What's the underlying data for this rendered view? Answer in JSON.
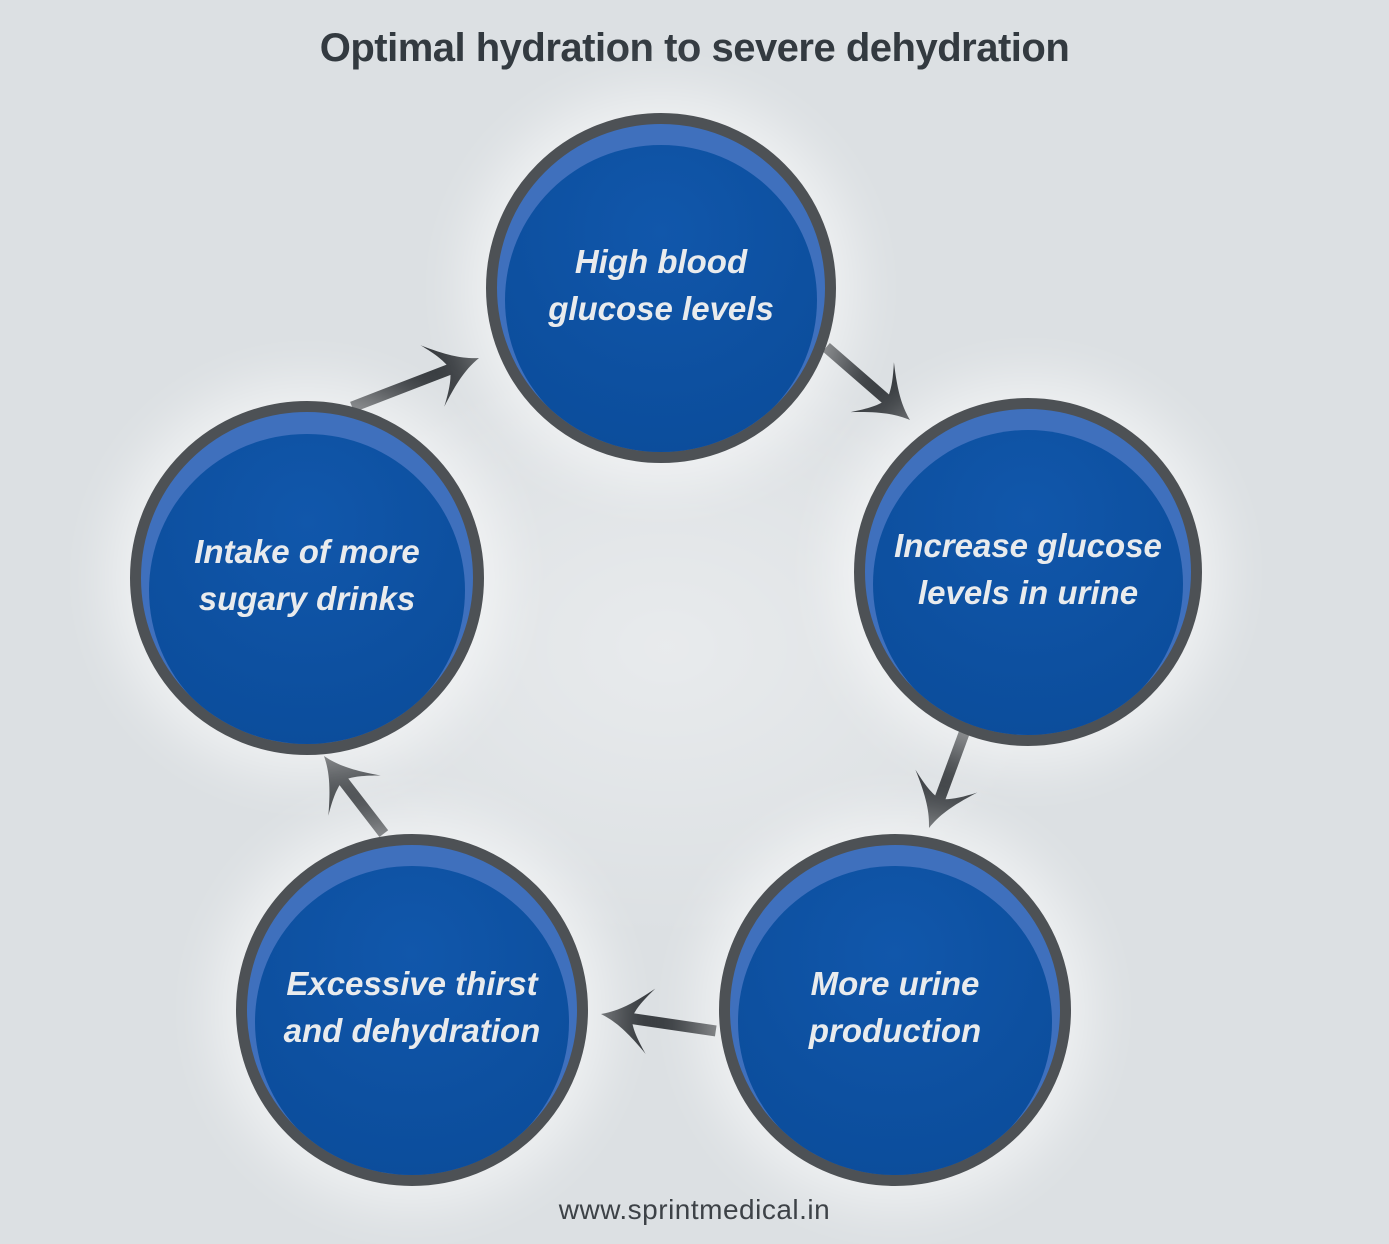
{
  "title": "Optimal hydration to severe dehydration",
  "cycle": {
    "nodes": [
      {
        "id": "high-blood-glucose-levels",
        "label": "High blood glucose levels",
        "lines": [
          "High blood",
          "glucose levels"
        ]
      },
      {
        "id": "increase-glucose-levels-in-urine",
        "label": "Increase glucose levels in urine",
        "lines": [
          "Increase glucose",
          "levels in urine"
        ]
      },
      {
        "id": "more-urine-production",
        "label": "More urine production",
        "lines": [
          "More urine",
          "production"
        ]
      },
      {
        "id": "excessive-thirst-and-dehydration",
        "label": "Excessive thirst and dehydration",
        "lines": [
          "Excessive thirst",
          "and dehydration"
        ]
      },
      {
        "id": "intake-of-more-sugary-drinks",
        "label": "Intake of more sugary drinks",
        "lines": [
          "Intake of more",
          "sugary drinks"
        ]
      }
    ],
    "connections": [
      {
        "from": "intake-of-more-sugary-drinks",
        "to": "high-blood-glucose-levels"
      },
      {
        "from": "high-blood-glucose-levels",
        "to": "increase-glucose-levels-in-urine"
      },
      {
        "from": "increase-glucose-levels-in-urine",
        "to": "more-urine-production"
      },
      {
        "from": "more-urine-production",
        "to": "excessive-thirst-and-dehydration"
      },
      {
        "from": "excessive-thirst-and-dehydration",
        "to": "intake-of-more-sugary-drinks"
      }
    ]
  },
  "footer": {
    "website": "www.sprintmedical.in"
  },
  "colors": {
    "background": "#dce0e3",
    "circle_fill": "#0d50a0",
    "circle_highlight": "#3f70bd",
    "circle_border": "#4d5155",
    "arrow": "#34383c",
    "title_text": "#333a40",
    "node_text": "#e9ebed",
    "footer_text": "#3d4247"
  }
}
